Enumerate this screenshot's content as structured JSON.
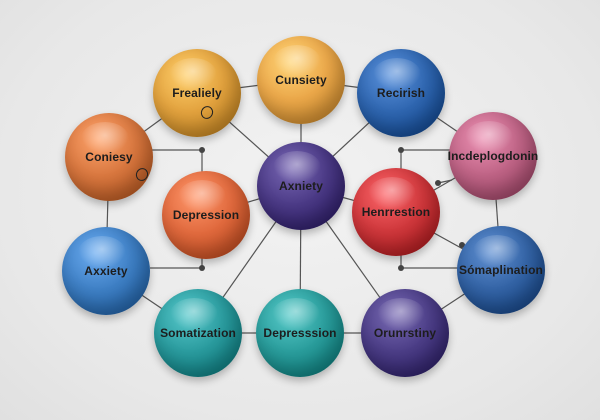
{
  "nodes": [
    {
      "id": "frealiely",
      "label": "Frealiely",
      "color": "#e2a23e"
    },
    {
      "id": "cunsiety",
      "label": "Cunsiety",
      "color": "#eba84a"
    },
    {
      "id": "recirish",
      "label": "Recirish",
      "color": "#2f66b0"
    },
    {
      "id": "coniesy",
      "label": "Coniesy",
      "color": "#d8773f"
    },
    {
      "id": "anxiety-center",
      "label": "Axniety",
      "color": "#4b3a86"
    },
    {
      "id": "incdeplogdonin",
      "label": "Incdeplogdonin",
      "color": "#bf6486"
    },
    {
      "id": "depression-left",
      "label": "Depression",
      "color": "#e0693d"
    },
    {
      "id": "henrrestion",
      "label": "Henrrestion",
      "color": "#cf383c"
    },
    {
      "id": "axxiety",
      "label": "Axxiety",
      "color": "#3e7fc4"
    },
    {
      "id": "somaplination",
      "label": "Sómaplination",
      "color": "#3464a6"
    },
    {
      "id": "somatization",
      "label": "Somatization",
      "color": "#2a9b9e"
    },
    {
      "id": "depresssion-bottom",
      "label": "Depresssion",
      "color": "#2a9d9c"
    },
    {
      "id": "orunrstiny",
      "label": "Orunrstiny",
      "color": "#4b3d86"
    }
  ],
  "edges": [
    [
      "anxiety-center",
      "cunsiety"
    ],
    [
      "anxiety-center",
      "frealiely"
    ],
    [
      "anxiety-center",
      "recirish"
    ],
    [
      "anxiety-center",
      "depression-left"
    ],
    [
      "anxiety-center",
      "henrrestion"
    ],
    [
      "anxiety-center",
      "somatization"
    ],
    [
      "anxiety-center",
      "depresssion-bottom"
    ],
    [
      "anxiety-center",
      "orunrstiny"
    ],
    [
      "frealiely",
      "coniesy"
    ],
    [
      "frealiely",
      "cunsiety"
    ],
    [
      "cunsiety",
      "recirish"
    ],
    [
      "recirish",
      "incdeplogdonin"
    ],
    [
      "coniesy",
      "axxiety"
    ],
    [
      "axxiety",
      "somatization"
    ],
    [
      "somatization",
      "depresssion-bottom"
    ],
    [
      "depresssion-bottom",
      "orunrstiny"
    ],
    [
      "orunrstiny",
      "somaplination"
    ],
    [
      "incdeplogdonin",
      "somaplination"
    ],
    [
      "incdeplogdonin",
      "henrrestion"
    ],
    [
      "somaplination",
      "henrrestion"
    ]
  ]
}
